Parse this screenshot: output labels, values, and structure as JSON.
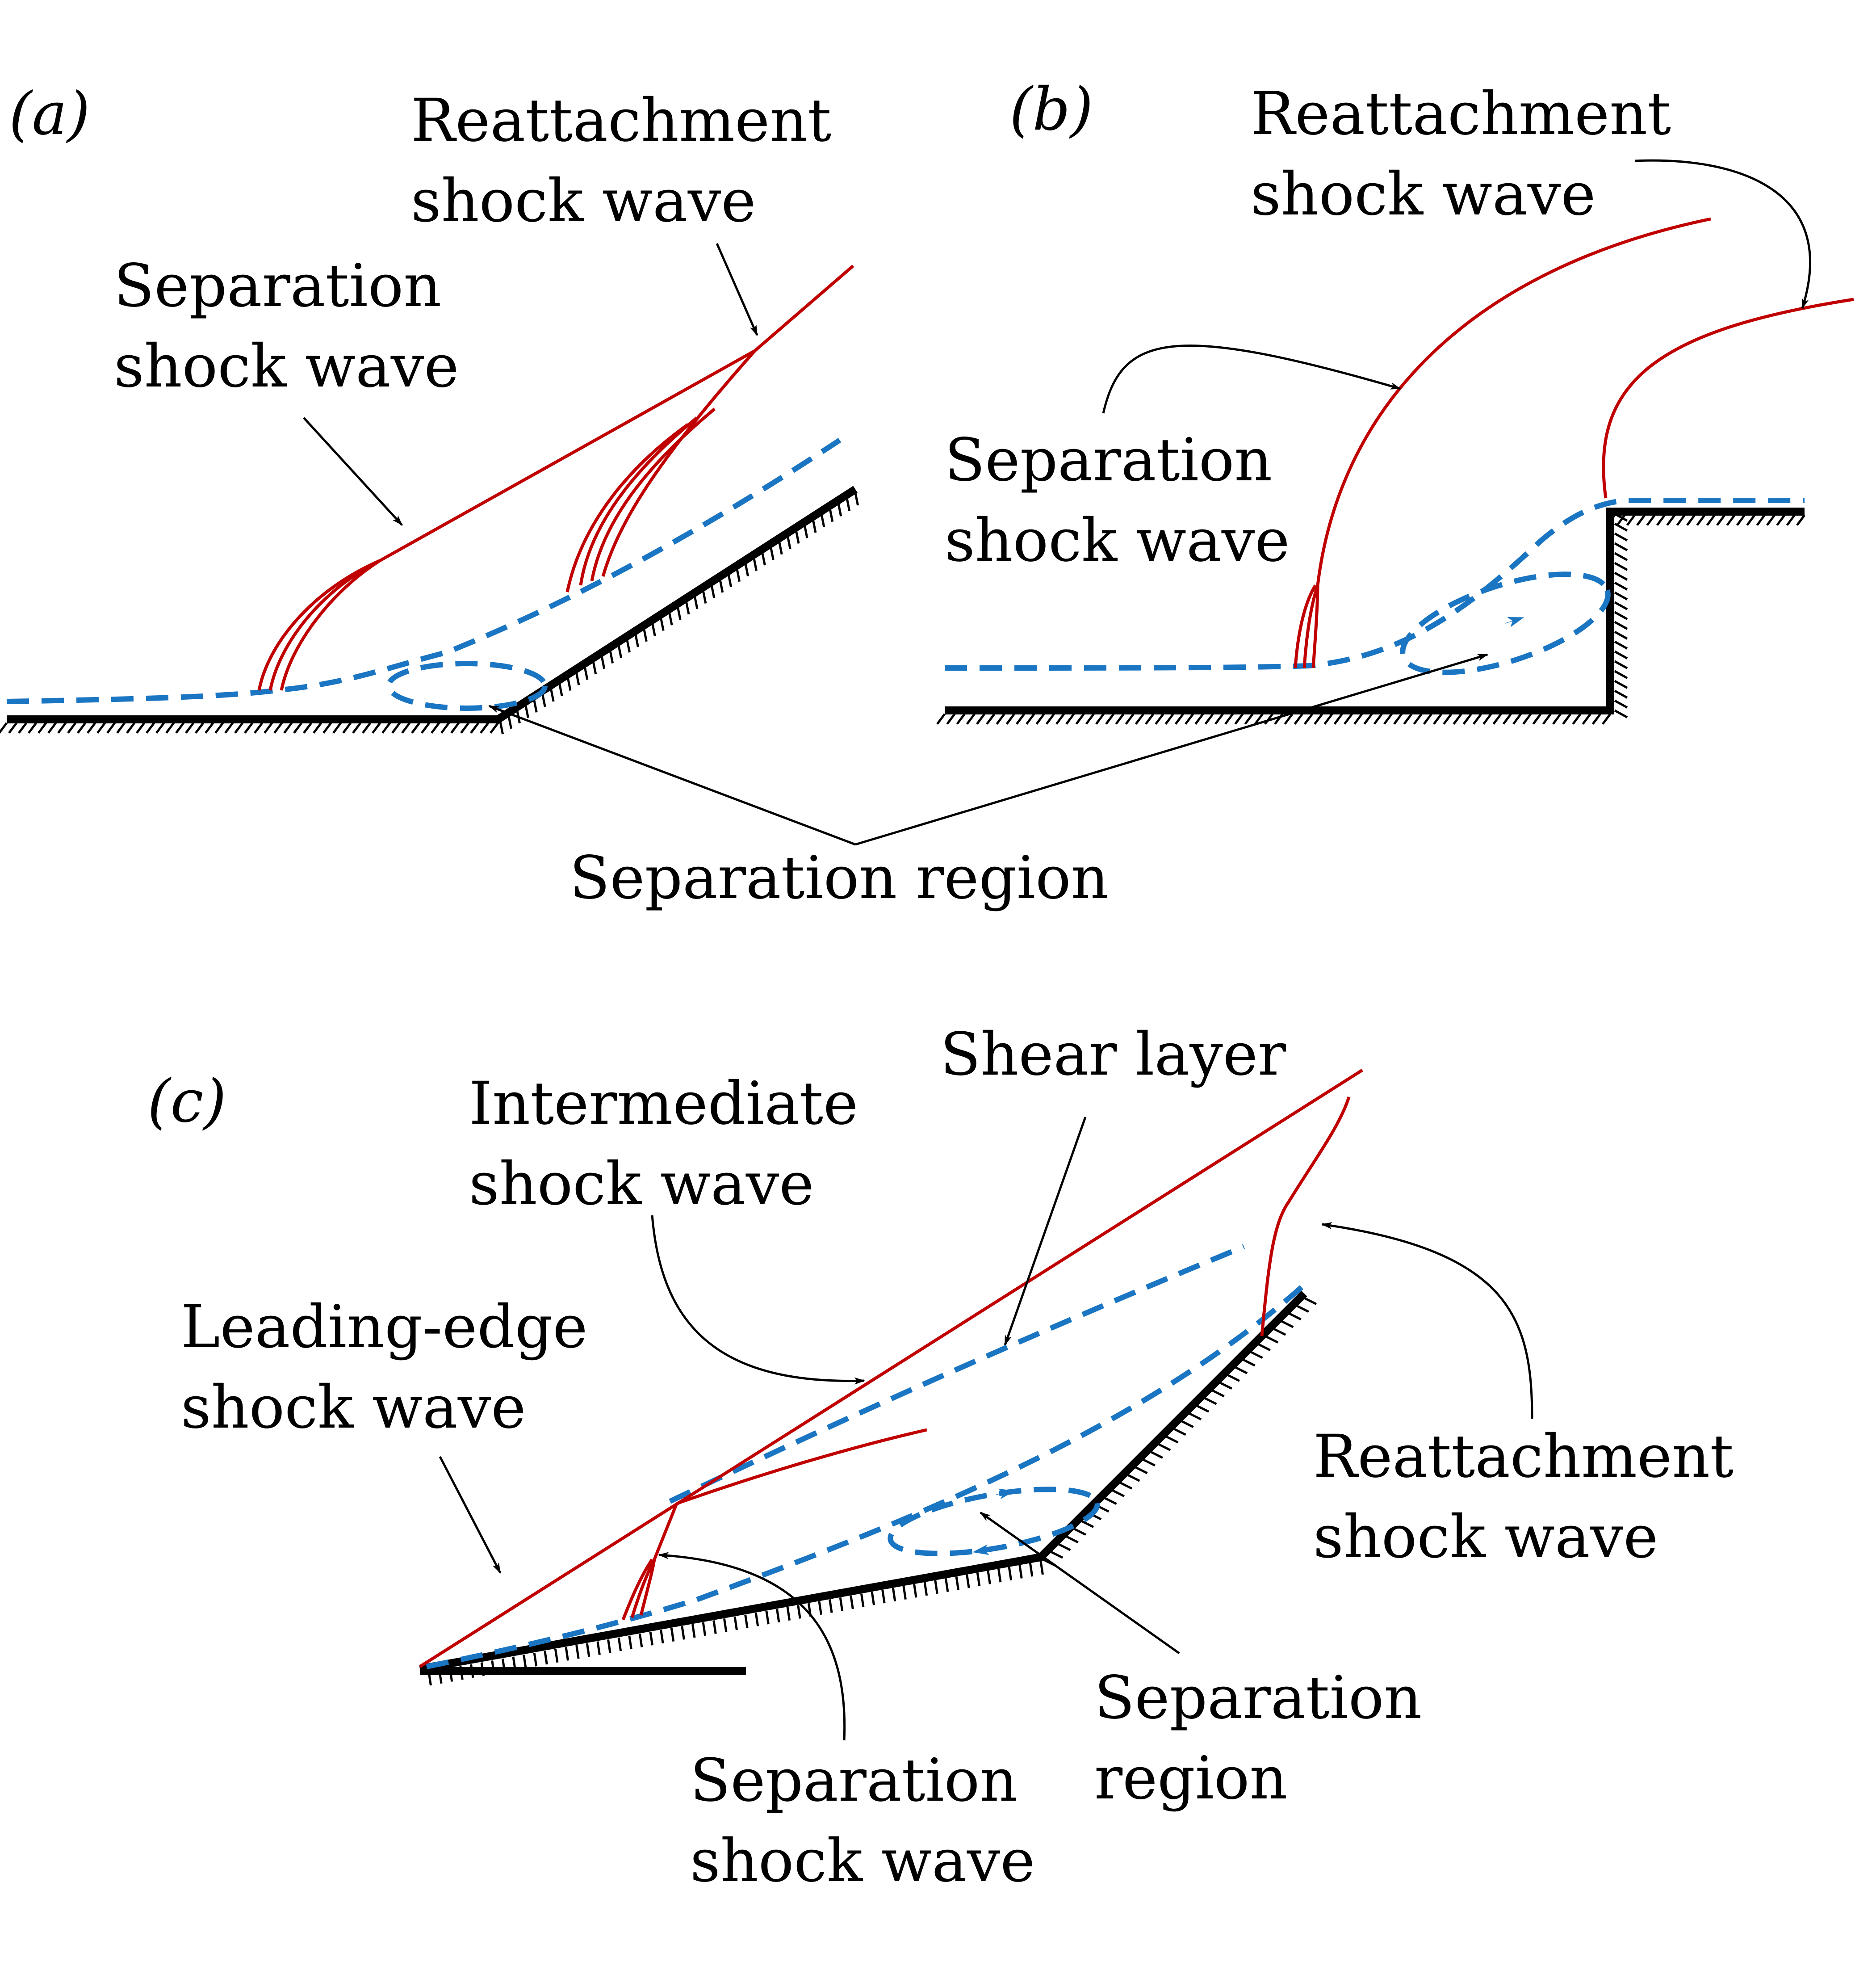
{
  "colors": {
    "shock": "#c00000",
    "boundary_layer": "#1a75c2",
    "wall": "#000000"
  },
  "panel_a": {
    "tag": "(a)",
    "reattachment": [
      "Reattachment",
      "shock wave"
    ],
    "separation": [
      "Separation",
      "shock wave"
    ]
  },
  "panel_b": {
    "tag": "(b)",
    "reattachment": [
      "Reattachment",
      "shock wave"
    ],
    "separation": [
      "Separation",
      "shock wave"
    ]
  },
  "shared": {
    "separation_region": "Separation region"
  },
  "panel_c": {
    "tag": "(c)",
    "intermediate": [
      "Intermediate",
      "shock wave"
    ],
    "shear_layer": "Shear layer",
    "leading_edge": [
      "Leading-edge",
      "shock wave"
    ],
    "reattachment": [
      "Reattachment",
      "shock wave"
    ],
    "separation_region": [
      "Separation",
      "region"
    ],
    "separation_shock": [
      "Separation",
      "shock wave"
    ]
  }
}
